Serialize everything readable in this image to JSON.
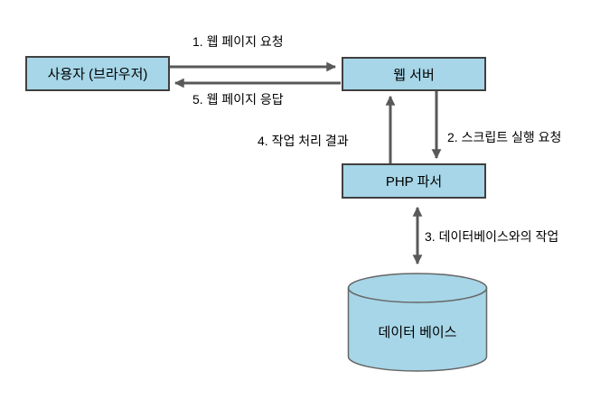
{
  "nodes": {
    "user": "사용자 (브라우저)",
    "web_server": "웹 서버",
    "php_parser": "PHP 파서",
    "database": "데이터 베이스"
  },
  "arrow_labels": {
    "request": "1. 웹 페이지 요청",
    "script_exec": "2. 스크립트 실행 요청",
    "db_work": "3. 데이터베이스와의 작업",
    "result": "4. 작업 처리 결과",
    "response": "5. 웹 페이지 응답"
  },
  "colors": {
    "node_fill": "#a6d6e7",
    "node_border": "#404040",
    "cylinder_border": "#666666",
    "arrow": "#595959",
    "text": "#000000",
    "background": "#ffffff"
  }
}
